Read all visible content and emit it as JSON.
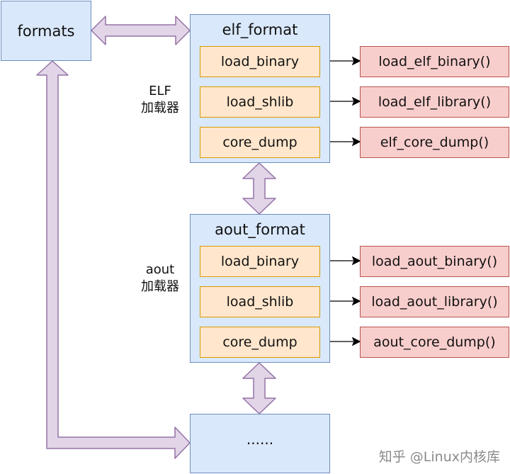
{
  "formats_box": {
    "label": "formats"
  },
  "elf_group": {
    "title": "elf_format",
    "side_label_line1": "ELF",
    "side_label_line2": "加载器",
    "ops": [
      "load_binary",
      "load_shlib",
      "core_dump"
    ],
    "targets": [
      "load_elf_binary()",
      "load_elf_library()",
      "elf_core_dump()"
    ]
  },
  "aout_group": {
    "title": "aout_format",
    "side_label_line1": "aout",
    "side_label_line2": "加载器",
    "ops": [
      "load_binary",
      "load_shlib",
      "core_dump"
    ],
    "targets": [
      "load_aout_binary()",
      "load_aout_library()",
      "aout_core_dump()"
    ]
  },
  "more_box": {
    "label": "......"
  },
  "watermark": "知乎 @Linux内核库",
  "colors": {
    "container_fill": "#dae8fc",
    "container_stroke": "#6c8ebf",
    "op_fill": "#ffe6cc",
    "op_stroke": "#d79b00",
    "fn_fill": "#f8cecc",
    "fn_stroke": "#b85450",
    "arrow_fill": "#e1d5e7",
    "arrow_stroke": "#9673a6"
  }
}
